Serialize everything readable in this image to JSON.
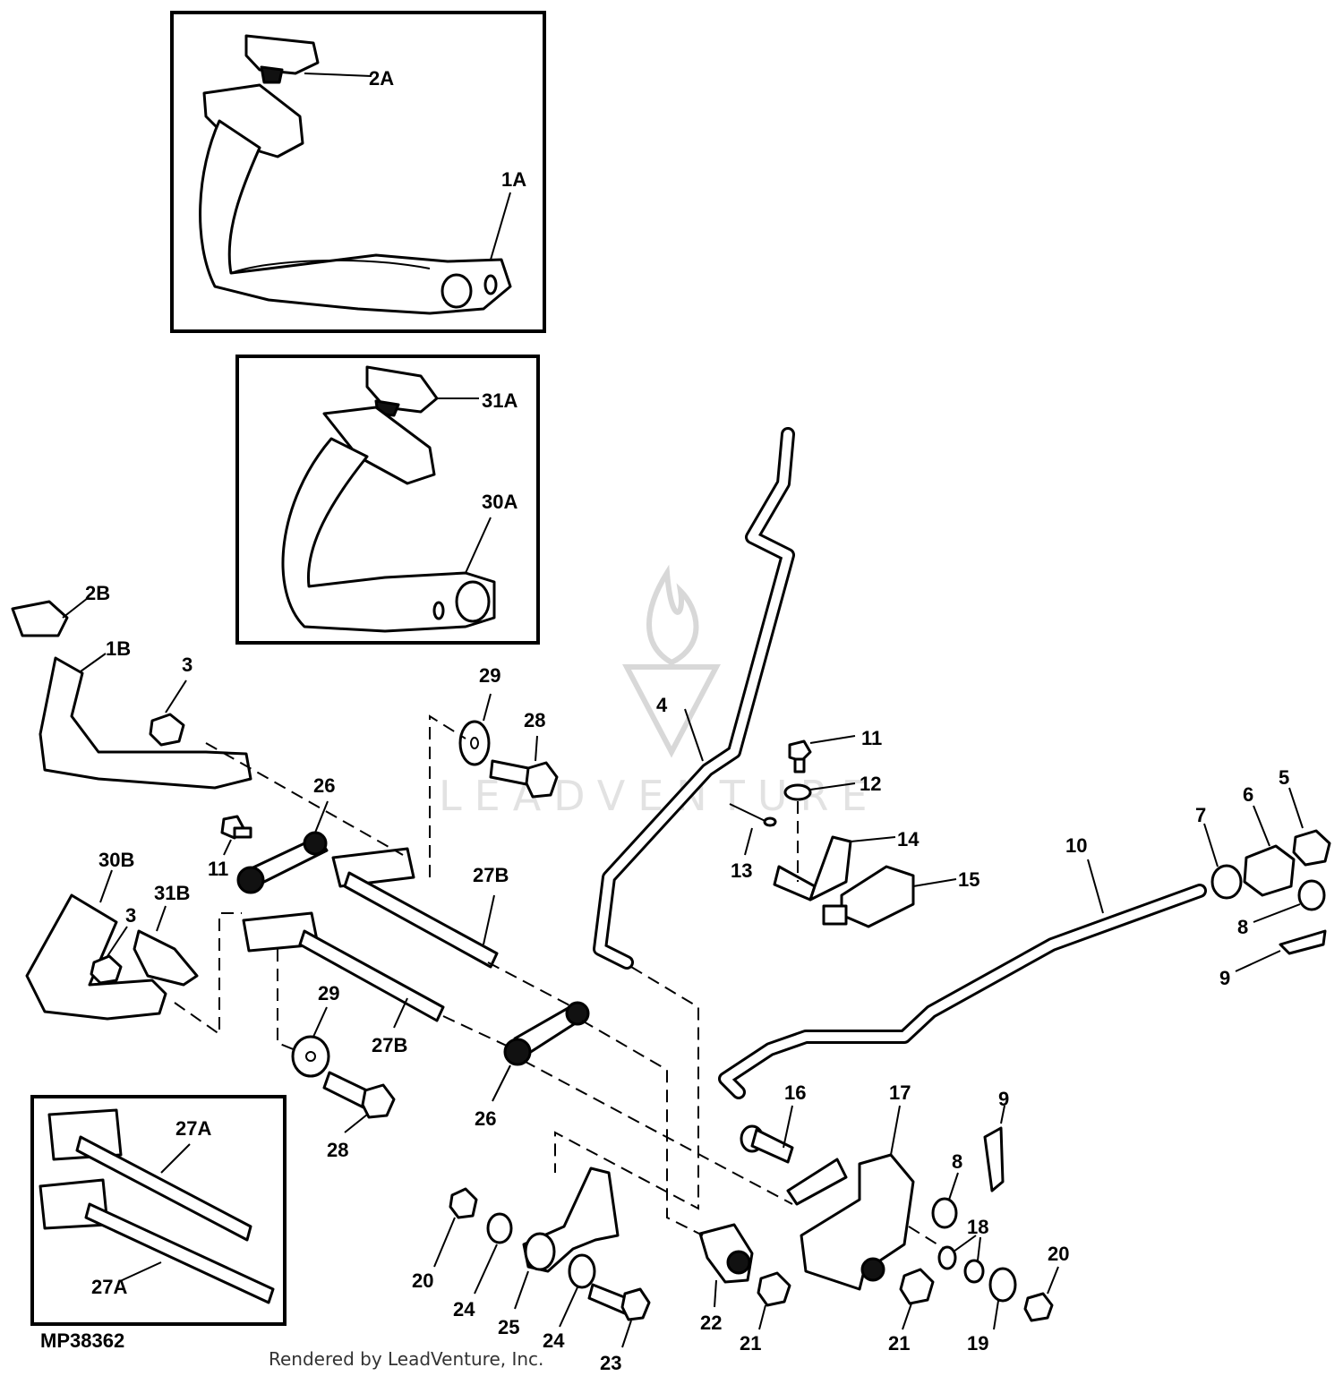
{
  "diagram": {
    "figure_id": "MP38362",
    "footer": "Rendered by LeadVenture, Inc.",
    "watermark": "LEADVENTURE",
    "callouts": {
      "c2A": "2A",
      "c1A": "1A",
      "c31A": "31A",
      "c30A": "30A",
      "c2B": "2B",
      "c1B": "1B",
      "c3a": "3",
      "c3b": "3",
      "c29a": "29",
      "c29b": "29",
      "c28a": "28",
      "c28b": "28",
      "c26a": "26",
      "c26b": "26",
      "c11a": "11",
      "c11b": "11",
      "c30B": "30B",
      "c31B": "31B",
      "c27Ba": "27B",
      "c27Bb": "27B",
      "c27Aa": "27A",
      "c27Ab": "27A",
      "c4": "4",
      "c12": "12",
      "c13": "13",
      "c14": "14",
      "c15": "15",
      "c10": "10",
      "c7": "7",
      "c6": "6",
      "c5": "5",
      "c8a": "8",
      "c8b": "8",
      "c9a": "9",
      "c9b": "9",
      "c16": "16",
      "c17": "17",
      "c18": "18",
      "c20a": "20",
      "c20b": "20",
      "c24a": "24",
      "c24b": "24",
      "c25": "25",
      "c23": "23",
      "c22": "22",
      "c21a": "21",
      "c21b": "21",
      "c19": "19"
    }
  }
}
